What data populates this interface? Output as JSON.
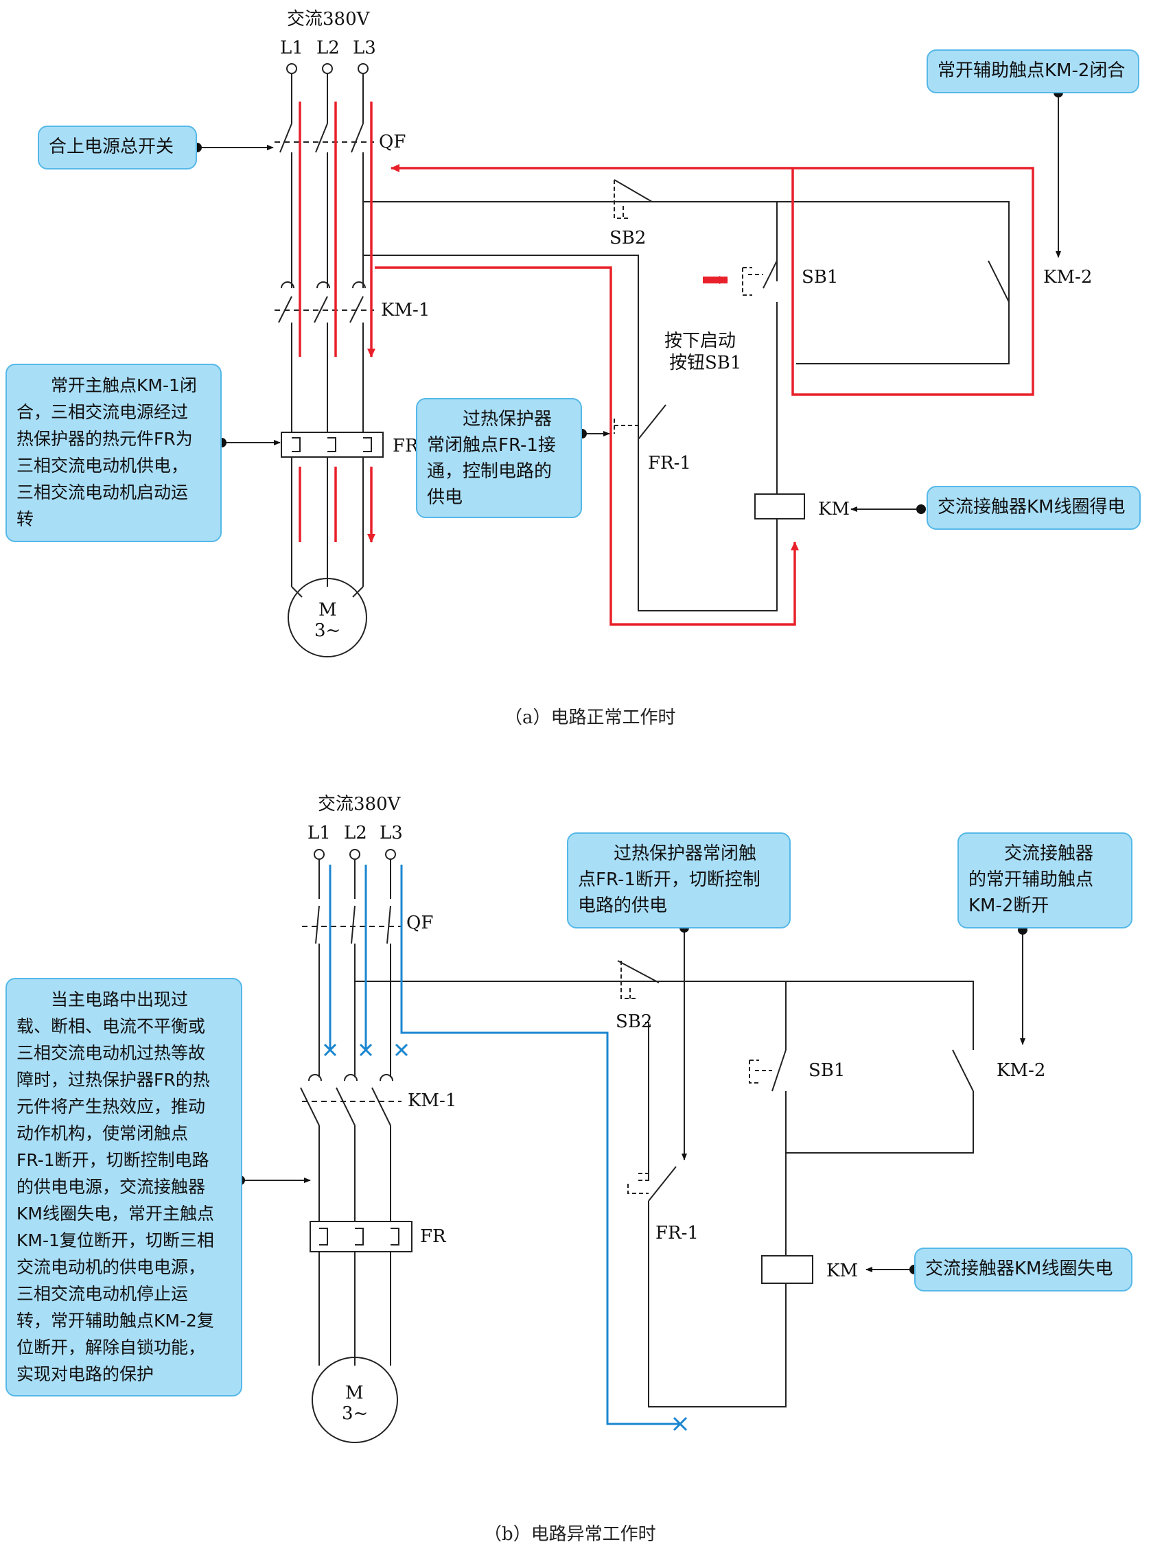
{
  "top": {
    "supply": "交流380V",
    "phases": [
      "L1",
      "L2",
      "L3"
    ],
    "labels": {
      "qf": "QF",
      "km1": "KM-1",
      "fr": "FR",
      "sb2": "SB2",
      "sb1": "SB1",
      "km2": "KM-2",
      "fr1": "FR-1",
      "km": "KM",
      "motor_m": "M",
      "motor_3": "3~"
    },
    "press_note": [
      "按下启动",
      "按钮SB1"
    ],
    "callouts": {
      "main_switch": "合上电源总开关",
      "km2_close": "常开辅助触点KM-2闭合",
      "km1_close": [
        "常开主触点KM-1闭",
        "合，三相交流电源经过",
        "热保护器的热元件FR为",
        "三相交流电动机供电，",
        "三相交流电动机启动运",
        "转"
      ],
      "fr1_on": [
        "过热保护器",
        "常闭触点FR-1接",
        "通，控制电路的",
        "供电"
      ],
      "coil_on": "交流接触器KM线圈得电"
    },
    "caption": "（a）电路正常工作时"
  },
  "bottom": {
    "supply": "交流380V",
    "phases": [
      "L1",
      "L2",
      "L3"
    ],
    "labels": {
      "qf": "QF",
      "km1": "KM-1",
      "fr": "FR",
      "sb2": "SB2",
      "sb1": "SB1",
      "km2": "KM-2",
      "fr1": "FR-1",
      "km": "KM",
      "motor_m": "M",
      "motor_3": "3~"
    },
    "callouts": {
      "fr1_open": [
        "过热保护器常闭触",
        "点FR-1断开，切断控制",
        "电路的供电"
      ],
      "km2_open": [
        "交流接触器",
        "的常开辅助触点",
        "KM-2断开"
      ],
      "fault": [
        "当主电路中出现过",
        "载、断相、电流不平衡或",
        "三相交流电动机过热等故",
        "障时，过热保护器FR的热",
        "元件将产生热效应，推动",
        "动作机构，使常闭触点",
        "FR-1断开，切断控制电路",
        "的供电电源，交流接触器",
        "KM线圈失电，常开主触点",
        "KM-1复位断开，切断三相",
        "交流电动机的供电电源，",
        "三相交流电动机停止运",
        "转，常开辅助触点KM-2复",
        "位断开，解除自锁功能，",
        "实现对电路的保护"
      ],
      "coil_off": "交流接触器KM线圈失电"
    },
    "caption": "（b）电路异常工作时"
  },
  "colors": {
    "active": "#e8202a",
    "cut": "#1a86d0",
    "wire": "#222222",
    "callout_fill": "#a9def7",
    "callout_border": "#55b8e8"
  }
}
